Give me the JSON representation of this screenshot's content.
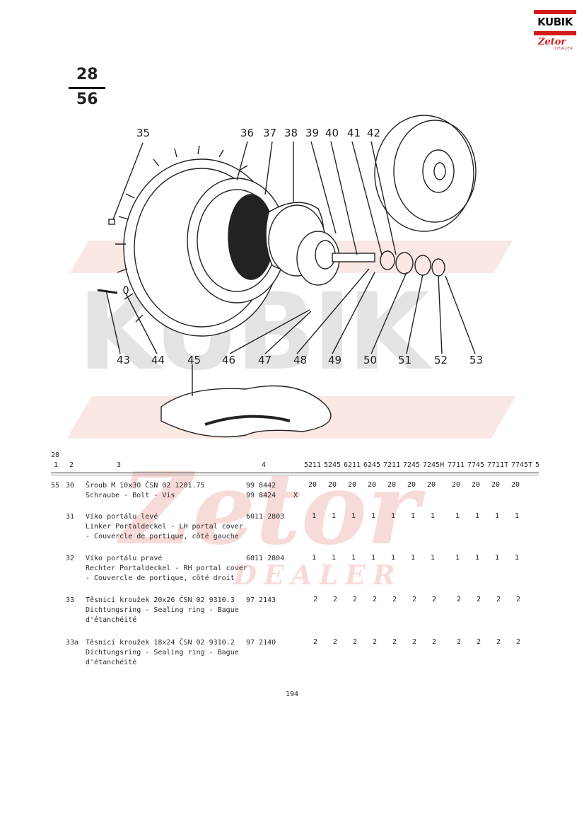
{
  "logo": {
    "brand": "KUBIK",
    "sub": "Zetor",
    "tag": "DEALER"
  },
  "watermark": {
    "brand": "KUBIK",
    "sub": "Zetor",
    "tag": "DEALER"
  },
  "figure": {
    "group": "28",
    "sheet": "56",
    "callouts_top": [
      "35",
      "36",
      "37",
      "38",
      "39",
      "40",
      "41",
      "42"
    ],
    "callouts_bottom": [
      "43",
      "44",
      "46",
      "47",
      "48",
      "49",
      "50",
      "51",
      "52",
      "53"
    ],
    "callout_45": "45"
  },
  "table": {
    "header": {
      "group": "28",
      "col1": "1",
      "col2": "2",
      "col3": "3",
      "col4": "4",
      "models": [
        "5211",
        "5245",
        "6211",
        "6245",
        "7211",
        "7245",
        "7245H",
        "7711",
        "7745",
        "7711T",
        "7745T"
      ],
      "col5": "5"
    },
    "rows": [
      {
        "fig": "55",
        "pos": "30",
        "desc": [
          "Šroub M 10x30 ČSN 02 1201.75",
          "Schraube - Bolt - Vis"
        ],
        "part": [
          "99 8442",
          "99 8424"
        ],
        "mark": "X",
        "qty": [
          "20",
          "20",
          "20",
          "20",
          "20",
          "20",
          "20",
          "20",
          "20",
          "20",
          "20"
        ]
      },
      {
        "fig": "",
        "pos": "31",
        "desc": [
          "Víko portálu levé",
          "Linker Portaldeckel - LH portal cover",
          "- Couvercle de portique, côté gauche"
        ],
        "part": [
          "6011 2803"
        ],
        "mark": "",
        "qty": [
          "1",
          "1",
          "1",
          "1",
          "1",
          "1",
          "1",
          "1",
          "1",
          "1",
          "1"
        ]
      },
      {
        "fig": "",
        "pos": "32",
        "desc": [
          "Víko portálu pravé",
          "Rechter Portaldeckel - RH portal cover",
          "- Couvercle de portique, côté droit"
        ],
        "part": [
          "6011 2804"
        ],
        "mark": "",
        "qty": [
          "1",
          "1",
          "1",
          "1",
          "1",
          "1",
          "1",
          "1",
          "1",
          "1",
          "1"
        ]
      },
      {
        "fig": "",
        "pos": "33",
        "desc": [
          "Těsnicí kroužek 20x26 ČSN 02 9310.3",
          "Dichtungsring - Sealing ring - Bague",
          "d'étanchéité"
        ],
        "part": [
          "97 2143"
        ],
        "mark": "",
        "qty": [
          "2",
          "2",
          "2",
          "2",
          "2",
          "2",
          "2",
          "2",
          "2",
          "2",
          "2"
        ]
      },
      {
        "fig": "",
        "pos": "33a",
        "desc": [
          "Těsnicí kroužek 18x24 ČSN 02 9310.2",
          "Dichtungsring - Sealing ring - Bague",
          "d'étanchéité"
        ],
        "part": [
          "97 2140"
        ],
        "mark": "",
        "qty": [
          "2",
          "2",
          "2",
          "2",
          "2",
          "2",
          "2",
          "2",
          "2",
          "2",
          "2"
        ]
      }
    ]
  },
  "page_number": "194"
}
